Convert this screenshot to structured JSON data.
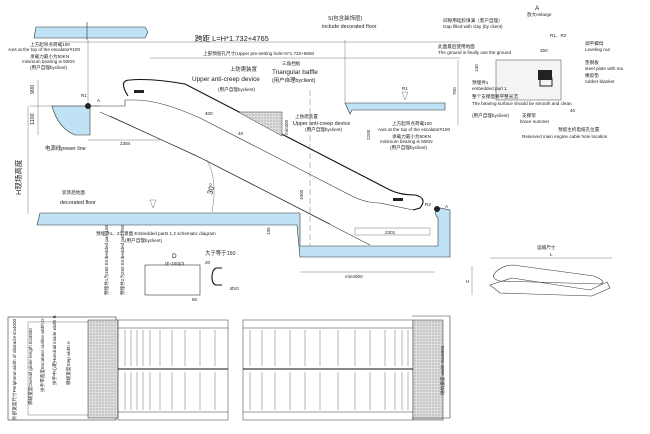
{
  "title": "跨距 L=H*1.732+4765",
  "floor_top": {
    "cn": "S(包含装饰层)",
    "en": "include decorated floor"
  },
  "upper_hole": "上部预留孔尺寸(Upper pre-setting hole>S*1.732+8650",
  "upper_axis": {
    "cn": "上方起吊点荷载100",
    "en": "Axis at the top of the escalator#100",
    "bearing_cn": "承载力最小为50KN",
    "bearing_en": "minimum bearing is 50KN",
    "client": "(用户自理byclient)"
  },
  "upper_anti_creep": {
    "cn": "上防爬装置",
    "en": "Upper anti-creep device",
    "client": "(用户自理byclient)"
  },
  "triangular_baffle": {
    "cn": "三角挡板",
    "en": "Triangular baffle",
    "client": "(用户自理byclient)"
  },
  "upper_anti_creep_2": {
    "cn": "上防爬装置",
    "en": "Upper anti-creep device",
    "client": "(用户自理byclient)"
  },
  "right_axis": {
    "cn": "上方起吊点荷载100",
    "en": "Axis at the top of the escalator#100",
    "bearing_cn": "承载力最小为50KN",
    "bearing_en": "minimum bearing is 50KN",
    "client": "(用户自理byclient)"
  },
  "power_line": "电源线power line",
  "height_label": "H现场高度",
  "angle": "30°",
  "decorated_floor": {
    "cn": "装饰后地面",
    "en": "decorated floor"
  },
  "dims": {
    "d900": "900",
    "d1100": "1100",
    "d2384": "2384",
    "d400": "400",
    "d40": "40",
    "min300": "min300",
    "d1000": "1000",
    "d2200": "2200",
    "d2301": "2301",
    "min4000": "min4000",
    "d135": "135",
    "r1": "R1",
    "r2": "R2",
    "a": "A"
  },
  "detail_a": {
    "title": "A",
    "enlarge": "放大enlarge",
    "gap_cn": "间隙用硅胶填满（客户自理）",
    "gap_en": "Gap filled with clay (by client)",
    "r1r2": "R1、R2",
    "d250": "250",
    "d130": "130",
    "d700": "700",
    "d40": "40",
    "ground_cn": "此面最后使用地面",
    "ground_en": "The ground is finally use the ground",
    "leveling_cn": "调平螺母",
    "leveling_en": "Leveling nut",
    "plate_cn": "垫钢板",
    "plate_en": "steel plate with ma",
    "rubber_cn": "橡胶垫",
    "rubber_en": "rubber blanket",
    "embedded_cn": "预埋件1",
    "embedded_en": "embedded part 1",
    "bearing_cn": "整个支撑面要平整光洁",
    "bearing_en": "The bearing surface should be smooth and clean",
    "client": "(用户自理byclient)",
    "brace_cn": "支撑架",
    "brace_en": "brace summer",
    "cable_cn": "预留主机电缆孔位置",
    "cable_en": "Reserved main engine cable hole location"
  },
  "embedded": {
    "title": "预埋件1、2示意图 Embedded parts 1,2 schematic diagram",
    "client": "(用户自理byclient)",
    "part1": "预埋件1为160 Embedded part 160",
    "part2": "预埋件2为250 Embedded part 250",
    "d": "D",
    "e": "(E-100)/3",
    "d20": "20",
    "gt150": "大于等于150",
    "d50": "50",
    "phi10": "Ø10"
  },
  "transport": {
    "title": "运输尺寸",
    "l": "L",
    "h": "H"
  },
  "plan": {
    "left_labels": [
      "外部宽度尺寸Peripheral width of obstacle E≥4000",
      "梯级宽度Overall girder length E≥3300",
      "扶手带宽度Escalator outline width D",
      "扶手中心距Handrail inside width B",
      "梯级宽度Step width A"
    ],
    "right_label": "地坑宽度 width min2000"
  }
}
